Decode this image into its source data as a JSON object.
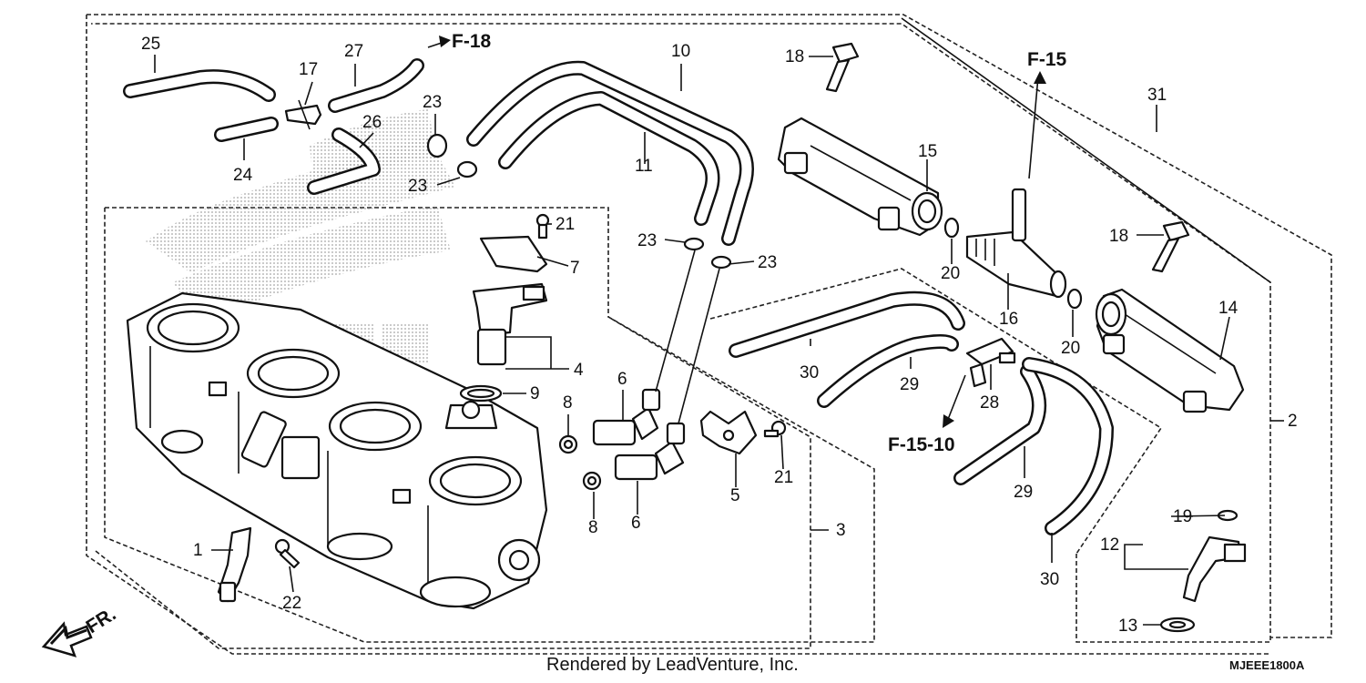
{
  "references": {
    "f18": "F-18",
    "f15": "F-15",
    "f1510": "F-15-10",
    "fr": "FR."
  },
  "callouts": {
    "c1": "1",
    "c2": "2",
    "c3": "3",
    "c4": "4",
    "c5": "5",
    "c6a": "6",
    "c6b": "6",
    "c7": "7",
    "c8a": "8",
    "c8b": "8",
    "c9": "9",
    "c10": "10",
    "c11": "11",
    "c12": "12",
    "c13": "13",
    "c14": "14",
    "c15": "15",
    "c16": "16",
    "c17": "17",
    "c18a": "18",
    "c18b": "18",
    "c19": "19",
    "c20a": "20",
    "c20b": "20",
    "c21a": "21",
    "c21b": "21",
    "c22": "22",
    "c23a": "23",
    "c23b": "23",
    "c23c": "23",
    "c23d": "23",
    "c24": "24",
    "c25": "25",
    "c26": "26",
    "c27": "27",
    "c28": "28",
    "c29a": "29",
    "c29b": "29",
    "c30a": "30",
    "c30b": "30",
    "c31": "31"
  },
  "footer": {
    "credit": "Rendered by LeadVenture, Inc.",
    "diagram_code": "MJEEE1800A"
  }
}
